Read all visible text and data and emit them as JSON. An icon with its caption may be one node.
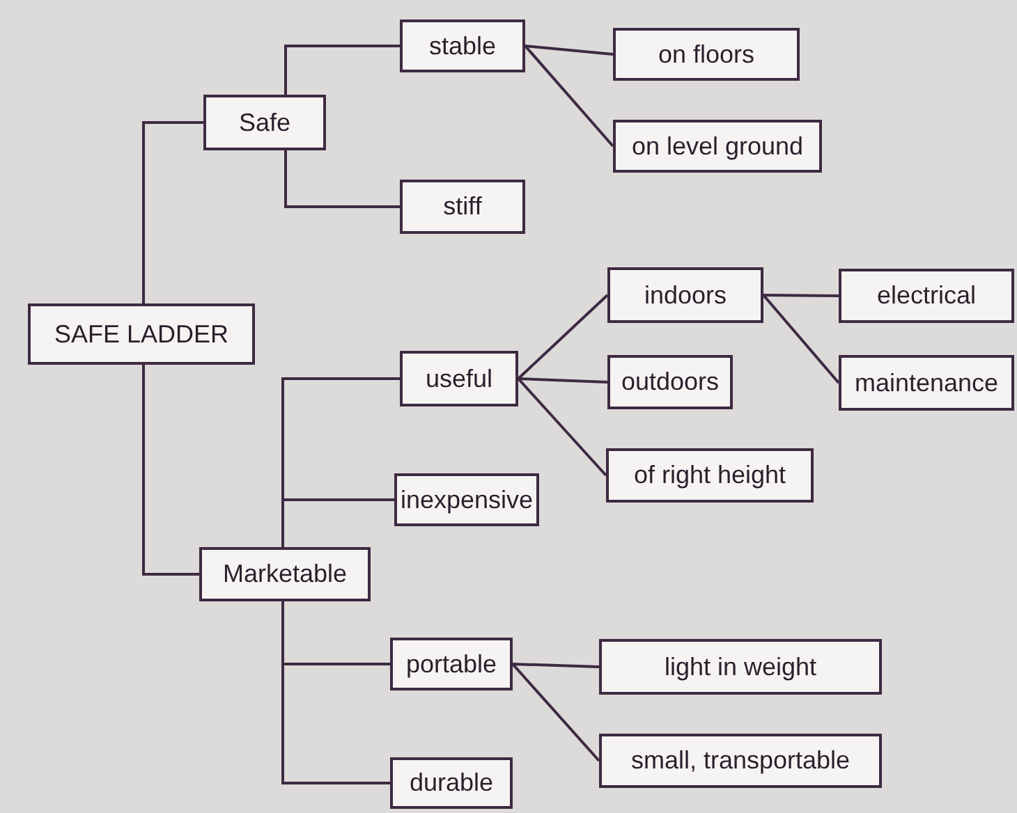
{
  "diagram": {
    "nodes": [
      {
        "text": [
          "SAFE LADDER"
        ]
      },
      {
        "text": [
          "Safe"
        ]
      },
      {
        "text": [
          "stable"
        ]
      },
      {
        "text": [
          "on floors"
        ]
      },
      {
        "text": [
          "on level ground"
        ]
      },
      {
        "text": [
          "stiff"
        ]
      },
      {
        "text": [
          "Marketable"
        ]
      },
      {
        "text": [
          "useful"
        ]
      },
      {
        "text": [
          "indoors"
        ]
      },
      {
        "text": [
          "electrical"
        ]
      },
      {
        "text": [
          "maintenance"
        ]
      },
      {
        "text": [
          "outdoors"
        ]
      },
      {
        "text": [
          "of right height"
        ]
      },
      {
        "text": [
          "inexpensive"
        ]
      },
      {
        "text": [
          "portable"
        ]
      },
      {
        "text": [
          "light in weight"
        ]
      },
      {
        "text": [
          "small, transportable"
        ]
      },
      {
        "text": [
          "durable"
        ]
      }
    ],
    "edges": [
      {
        "from": 0,
        "to": 1,
        "arrow": "none"
      },
      {
        "from": 1,
        "to": 2,
        "arrow": "none"
      },
      {
        "from": 2,
        "to": 3,
        "arrow": "none"
      },
      {
        "from": 2,
        "to": 4,
        "arrow": "none"
      },
      {
        "from": 1,
        "to": 5,
        "arrow": "none"
      },
      {
        "from": 0,
        "to": 6,
        "arrow": "none"
      },
      {
        "from": 6,
        "to": 7,
        "arrow": "none"
      },
      {
        "from": 7,
        "to": 8,
        "arrow": "none"
      },
      {
        "from": 8,
        "to": 9,
        "arrow": "none"
      },
      {
        "from": 8,
        "to": 10,
        "arrow": "none"
      },
      {
        "from": 7,
        "to": 11,
        "arrow": "none"
      },
      {
        "from": 7,
        "to": 12,
        "arrow": "none"
      },
      {
        "from": 6,
        "to": 13,
        "arrow": "none"
      },
      {
        "from": 6,
        "to": 14,
        "arrow": "none"
      },
      {
        "from": 14,
        "to": 15,
        "arrow": "none"
      },
      {
        "from": 14,
        "to": 16,
        "arrow": "none"
      },
      {
        "from": 6,
        "to": 17,
        "arrow": "none"
      }
    ]
  }
}
